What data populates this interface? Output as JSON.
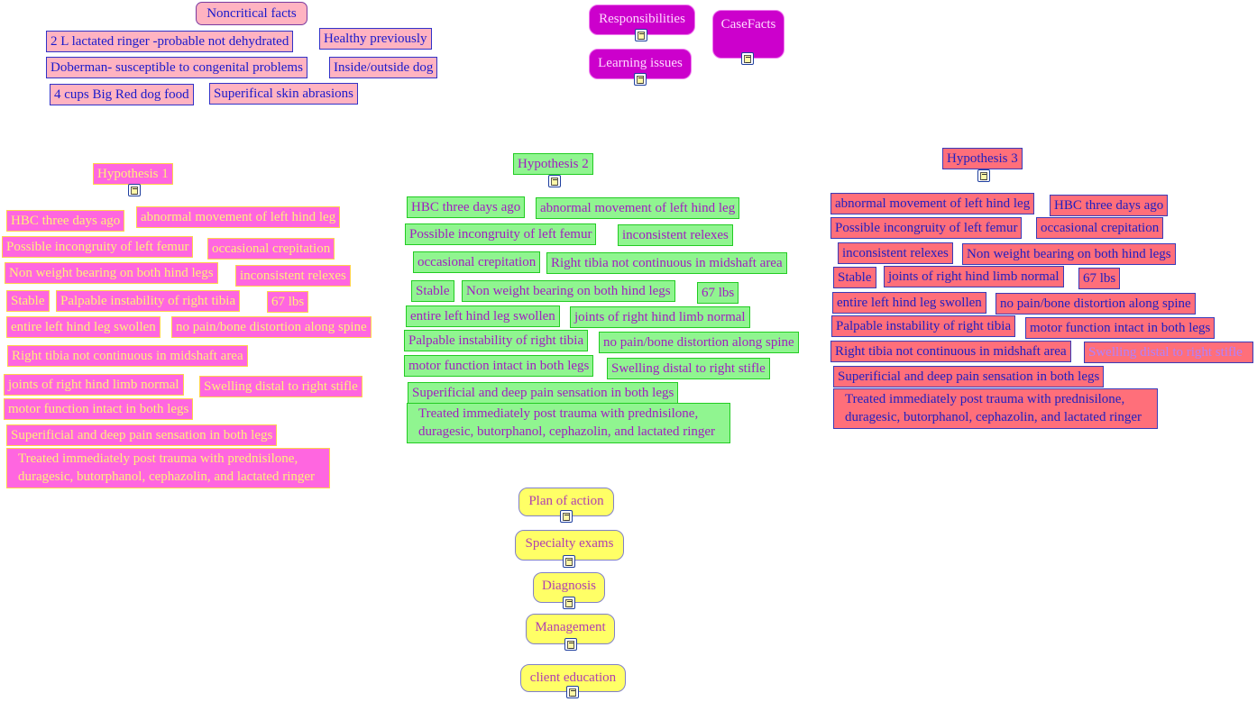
{
  "top": {
    "noncritical_header": "Noncritical facts",
    "noncritical": [
      "2 L lactated ringer -probable not dehydrated",
      "Healthy previously",
      "Doberman- susceptible to congenital problems",
      "Inside/outside dog",
      "4 cups Big Red dog food",
      "Superifical skin abrasions"
    ],
    "responsibilities": "Responsibilities",
    "learning_issues": "Learning issues",
    "case_facts": "CaseFacts"
  },
  "hyp1": {
    "title": "Hypothesis 1",
    "items": [
      "HBC three days ago",
      "abnormal movement of left hind leg",
      "Possible incongruity of left femur",
      "occasional crepitation",
      "Non weight bearing on both hind legs",
      "inconsistent relexes",
      "Stable",
      "Palpable instability of right tibia",
      "67 lbs",
      "entire left hind leg swollen",
      "no pain/bone distortion along spine",
      "Right tibia not continuous in midshaft area",
      "joints of right hind limb normal",
      "Swelling distal to right stifle",
      "motor function intact in both legs",
      "Superificial and deep pain sensation in both legs",
      "Treated immediately post trauma with prednisilone, duragesic, butorphanol, cephazolin, and lactated ringer"
    ]
  },
  "hyp2": {
    "title": "Hypothesis 2",
    "items": [
      "HBC three days ago",
      "abnormal movement of left hind leg",
      "Possible incongruity of left femur",
      "inconsistent relexes",
      "occasional crepitation",
      "Right tibia not continuous in midshaft area",
      "Stable",
      "Non weight bearing on both hind legs",
      "67 lbs",
      "entire left hind leg swollen",
      "joints of right hind limb normal",
      "Palpable instability of right tibia",
      "no pain/bone distortion along spine",
      "motor function intact in both legs",
      "Swelling distal to right stifle",
      "Superificial and deep pain sensation in both legs",
      "Treated immediately post trauma with prednisilone, duragesic, butorphanol, cephazolin, and lactated ringer"
    ]
  },
  "hyp3": {
    "title": "Hypothesis 3",
    "items": [
      "abnormal movement of left hind leg",
      "HBC three days ago",
      "Possible incongruity of left femur",
      "occasional crepitation",
      "inconsistent relexes",
      "Non weight bearing on both hind legs",
      "Stable",
      "joints of right hind limb normal",
      "67 lbs",
      "entire left hind leg swollen",
      "no pain/bone distortion along spine",
      "Palpable instability of right tibia",
      "motor function intact in both legs",
      "Right tibia not continuous in midshaft area",
      "Swelling distal to right stifle",
      "Superificial and deep pain sensation in both legs",
      "Treated immediately post trauma with prednisilone, duragesic, butorphanol, cephazolin, and lactated ringer"
    ]
  },
  "bottom": {
    "plan_of_action": "Plan of action",
    "specialty_exams": "Specialty exams",
    "diagnosis": "Diagnosis",
    "management": "Management",
    "client_education": "client education"
  },
  "colors": {
    "noncritical_fill": "#ffb3c1",
    "hyp1_fill": "#ff66e0",
    "hyp2_fill": "#90f590",
    "hyp3_fill": "#ff6f7a",
    "purple_button": "#cc00cc",
    "yellow_button": "#ffff66"
  },
  "icons": {
    "note": "note-icon"
  }
}
